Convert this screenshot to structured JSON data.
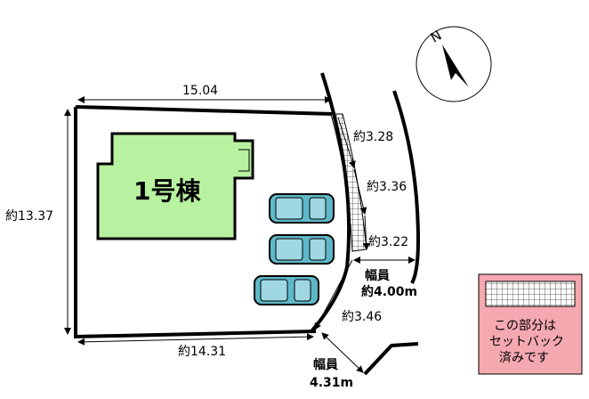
{
  "site_plan": {
    "dimensions": {
      "top": "15.04",
      "left": "約13.37",
      "bottom": "約14.31",
      "right_1": "約3.28",
      "right_2": "約3.36",
      "right_3": "約3.22",
      "corner": "約3.46"
    },
    "building": {
      "label": "1号棟",
      "fill_color": "#b8f2a0"
    },
    "road_widths": [
      {
        "label": "幅員",
        "value": "約4.00m"
      },
      {
        "label": "幅員",
        "value": "4.31m"
      }
    ],
    "compass": {
      "label": "N"
    },
    "legend": {
      "line1": "この部分は",
      "line2": "セットバック",
      "line3": "済みです",
      "bg_color": "#f4a8b0"
    },
    "car_color": "#5fb8c8",
    "cars": [
      {
        "id": "car-1"
      },
      {
        "id": "car-2"
      },
      {
        "id": "car-3"
      }
    ]
  }
}
